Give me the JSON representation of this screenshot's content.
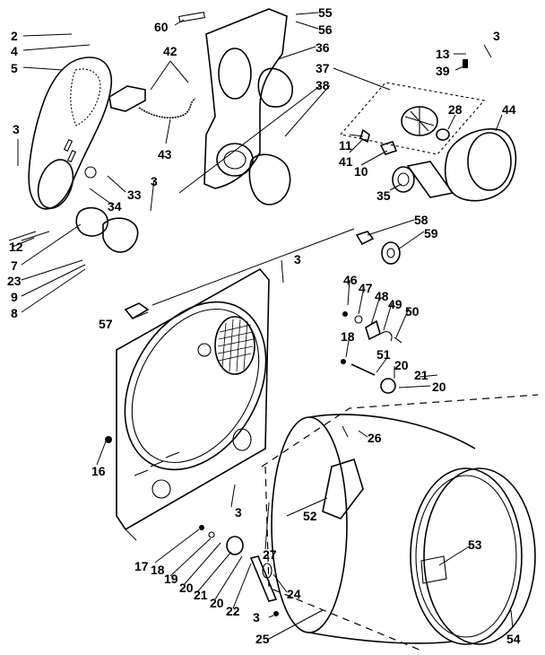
{
  "diagram": {
    "callouts": [
      "2",
      "4",
      "5",
      "3",
      "12",
      "7",
      "23",
      "9",
      "8",
      "33",
      "34",
      "3",
      "60",
      "42",
      "43",
      "55",
      "56",
      "36",
      "37",
      "38",
      "3",
      "13",
      "39",
      "28",
      "44",
      "11",
      "41",
      "10",
      "35",
      "58",
      "59",
      "3",
      "57",
      "46",
      "47",
      "48",
      "49",
      "50",
      "18",
      "51",
      "20",
      "21",
      "20",
      "16",
      "26",
      "3",
      "52",
      "27",
      "17",
      "18",
      "19",
      "20",
      "21",
      "20",
      "22",
      "24",
      "3",
      "25",
      "53",
      "54"
    ]
  }
}
